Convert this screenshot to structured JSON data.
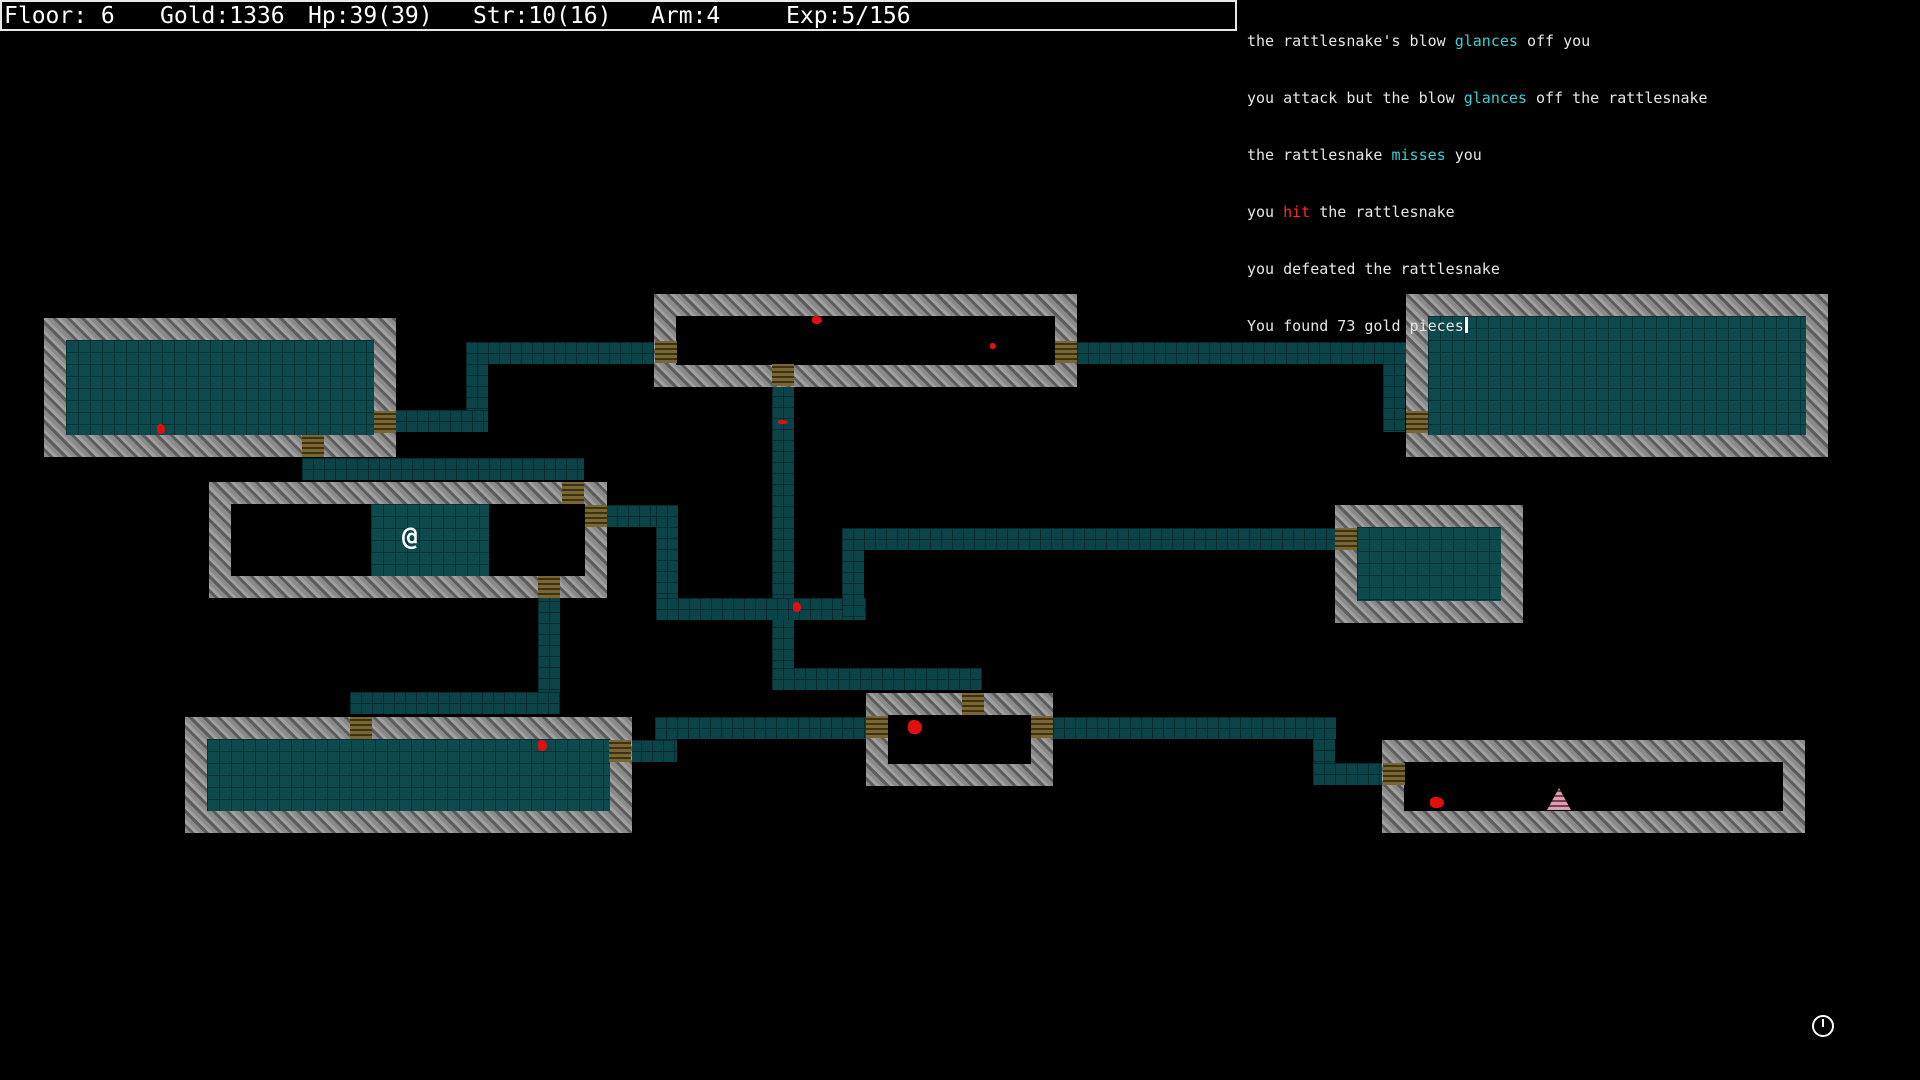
{
  "status": {
    "floor": "Floor: 6",
    "gold": "Gold:1336",
    "hp": "Hp:39(39)",
    "str": "Str:10(16)",
    "arm": "Arm:4",
    "exp": "Exp:5/156"
  },
  "log": {
    "line0": [
      "the rattlesnake's blow ",
      "glances",
      " off you"
    ],
    "line1": [
      "you attack but the blow ",
      "glances",
      " off the rattlesnake"
    ],
    "line2": [
      "the rattlesnake ",
      "misses",
      " you"
    ],
    "line3": [
      "you ",
      "hit",
      " the rattlesnake"
    ],
    "line4": "you defeated the rattlesnake",
    "line5": "You found 73 gold pieces"
  },
  "player_glyph": "@",
  "colors": {
    "accent_cyan": "#34d1d6",
    "accent_red": "#ff2a2a",
    "floor_teal": "#0c4a4e",
    "wall_gray": "#7c7c7c"
  },
  "icons": {
    "bottom_right": "clock-icon"
  }
}
